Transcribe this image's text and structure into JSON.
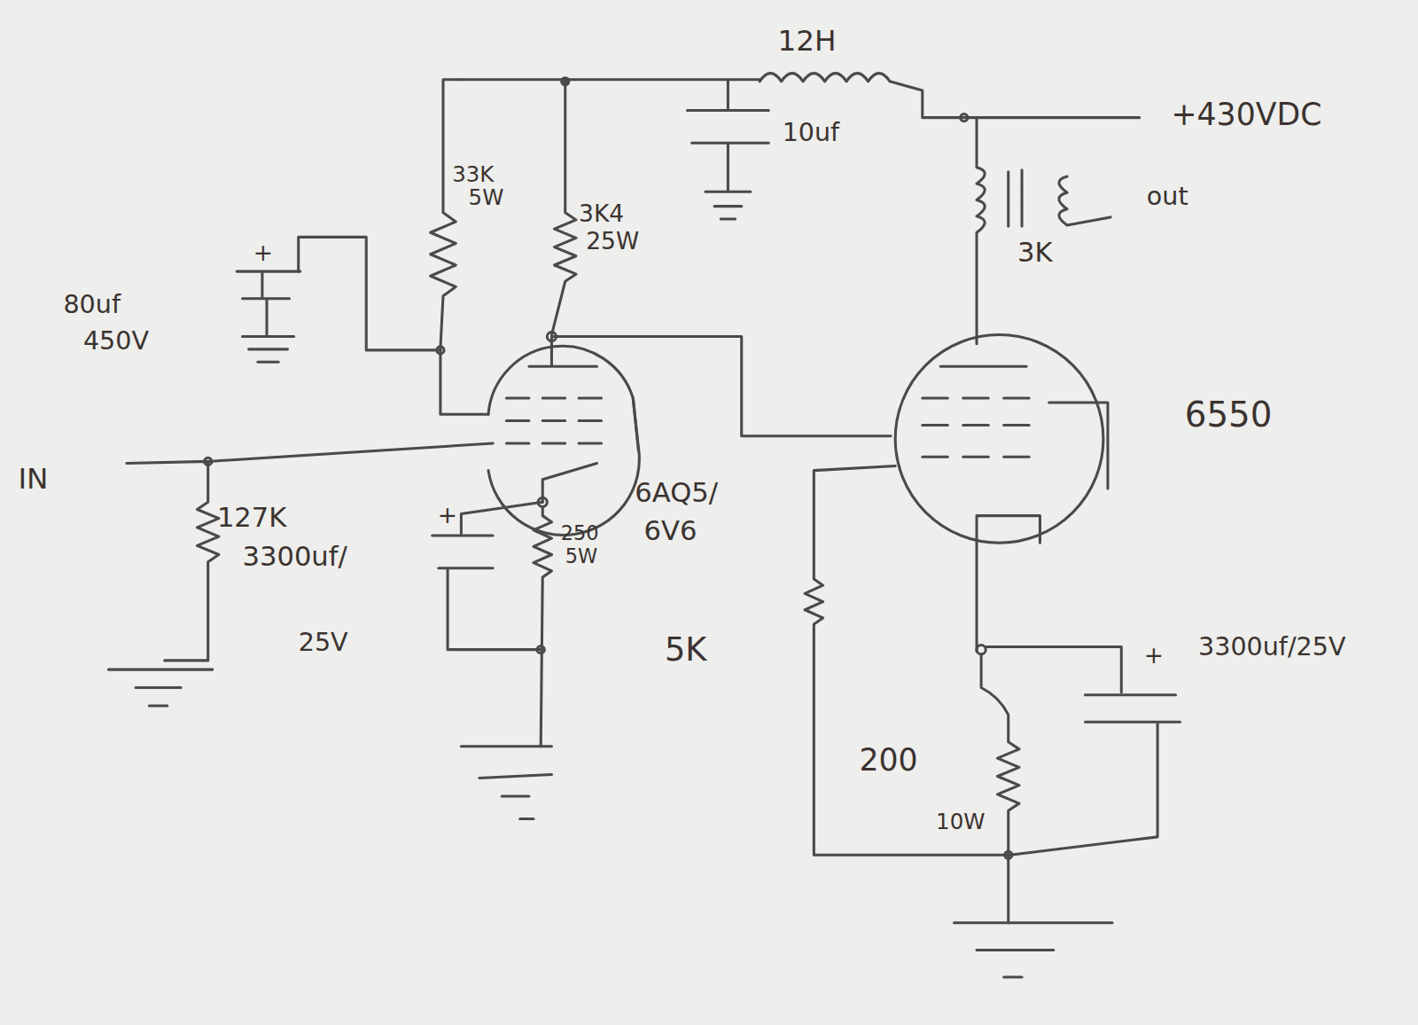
{
  "diagram": {
    "labels": [
      "12H",
      "10uf",
      "+430VDC",
      "33K",
      "5W",
      "3K4",
      "25W",
      "out",
      "3K",
      "+",
      "80uf",
      "450V",
      "IN",
      "127K",
      "6550",
      "6AQ5/",
      "6V6",
      "+",
      "3300uf/",
      "25V",
      "250",
      "5W",
      "5K",
      "+",
      "3300uf/25V",
      "200",
      "10W"
    ]
  }
}
